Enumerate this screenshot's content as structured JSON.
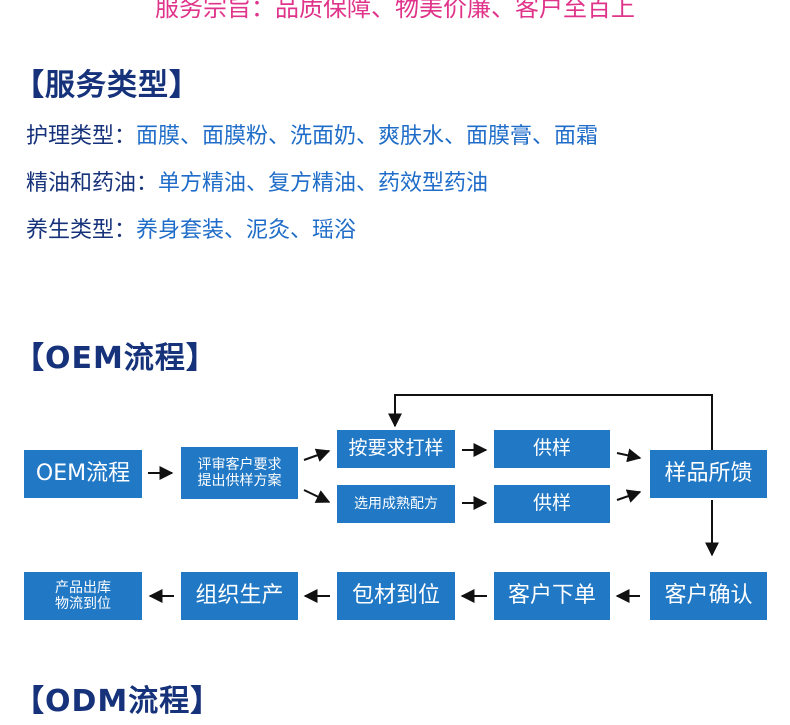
{
  "header": {
    "tagline": "服务宗旨：品质保障、物美价廉、客户至百上"
  },
  "services": {
    "title": "【服务类型】",
    "rows": [
      {
        "label": "护理类型：",
        "value": "面膜、面膜粉、洗面奶、爽肤水、面膜膏、面霜"
      },
      {
        "label": "精油和药油：",
        "value": "单方精油、复方精油、药效型药油"
      },
      {
        "label": "养生类型：",
        "value": "养身套装、泥灸、瑶浴"
      }
    ]
  },
  "oem": {
    "title": "【OEM流程】",
    "steps": {
      "start": "OEM流程",
      "review_line1": "评审客户要求",
      "review_line2": "提出供样方案",
      "sample_on_request": "按要求打样",
      "select_formula": "选用成熟配方",
      "supply_sample_top": "供样",
      "supply_sample_bottom": "供样",
      "sample_feedback": "样品所馈",
      "customer_confirm": "客户确认",
      "customer_order": "客户下单",
      "packaging_materials": "包材到位",
      "organize_production": "组织生产",
      "shipping_line1": "产品出库",
      "shipping_line2": "物流到位"
    }
  },
  "odm": {
    "title": "【ODM流程】"
  },
  "colors": {
    "tagline": "#e0338a",
    "heading": "#16327a",
    "text_blue": "#1f6dc8",
    "box_fill": "#2178c5",
    "box_text": "#ffffff",
    "arrow": "#111111"
  }
}
